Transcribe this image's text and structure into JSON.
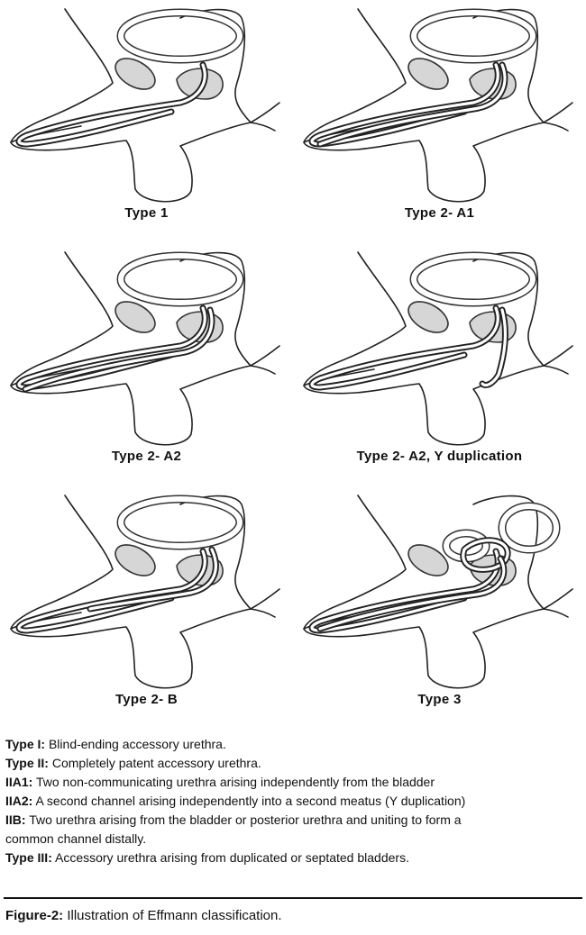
{
  "panels": [
    {
      "id": "type1",
      "caption": "Type 1"
    },
    {
      "id": "type2a1",
      "caption": "Type 2- A1"
    },
    {
      "id": "type2a2",
      "caption": "Type 2- A2"
    },
    {
      "id": "type2a2y",
      "caption": "Type 2- A2, Y duplication"
    },
    {
      "id": "type2b",
      "caption": "Type 2- B"
    },
    {
      "id": "type3",
      "caption": "Type 3"
    }
  ],
  "legend": [
    {
      "label": "Type I:",
      "text": " Blind-ending accessory urethra."
    },
    {
      "label": "Type II:",
      "text": " Completely patent accessory urethra."
    },
    {
      "label": "IIA1:",
      "text": " Two non-communicating urethra arising independently from the bladder"
    },
    {
      "label": "IIA2:",
      "text": " A second channel arising independently into a second meatus (Y duplication)"
    },
    {
      "label": "IIB:",
      "text": " Two urethra arising from the bladder or posterior urethra and uniting to form a"
    },
    {
      "label": "",
      "text": "common channel distally."
    },
    {
      "label": "Type III:",
      "text": " Accessory urethra arising from duplicated or septated bladders."
    }
  ],
  "figure_caption": {
    "label": "Figure-2:",
    "text": " Illustration of Effmann classification."
  }
}
